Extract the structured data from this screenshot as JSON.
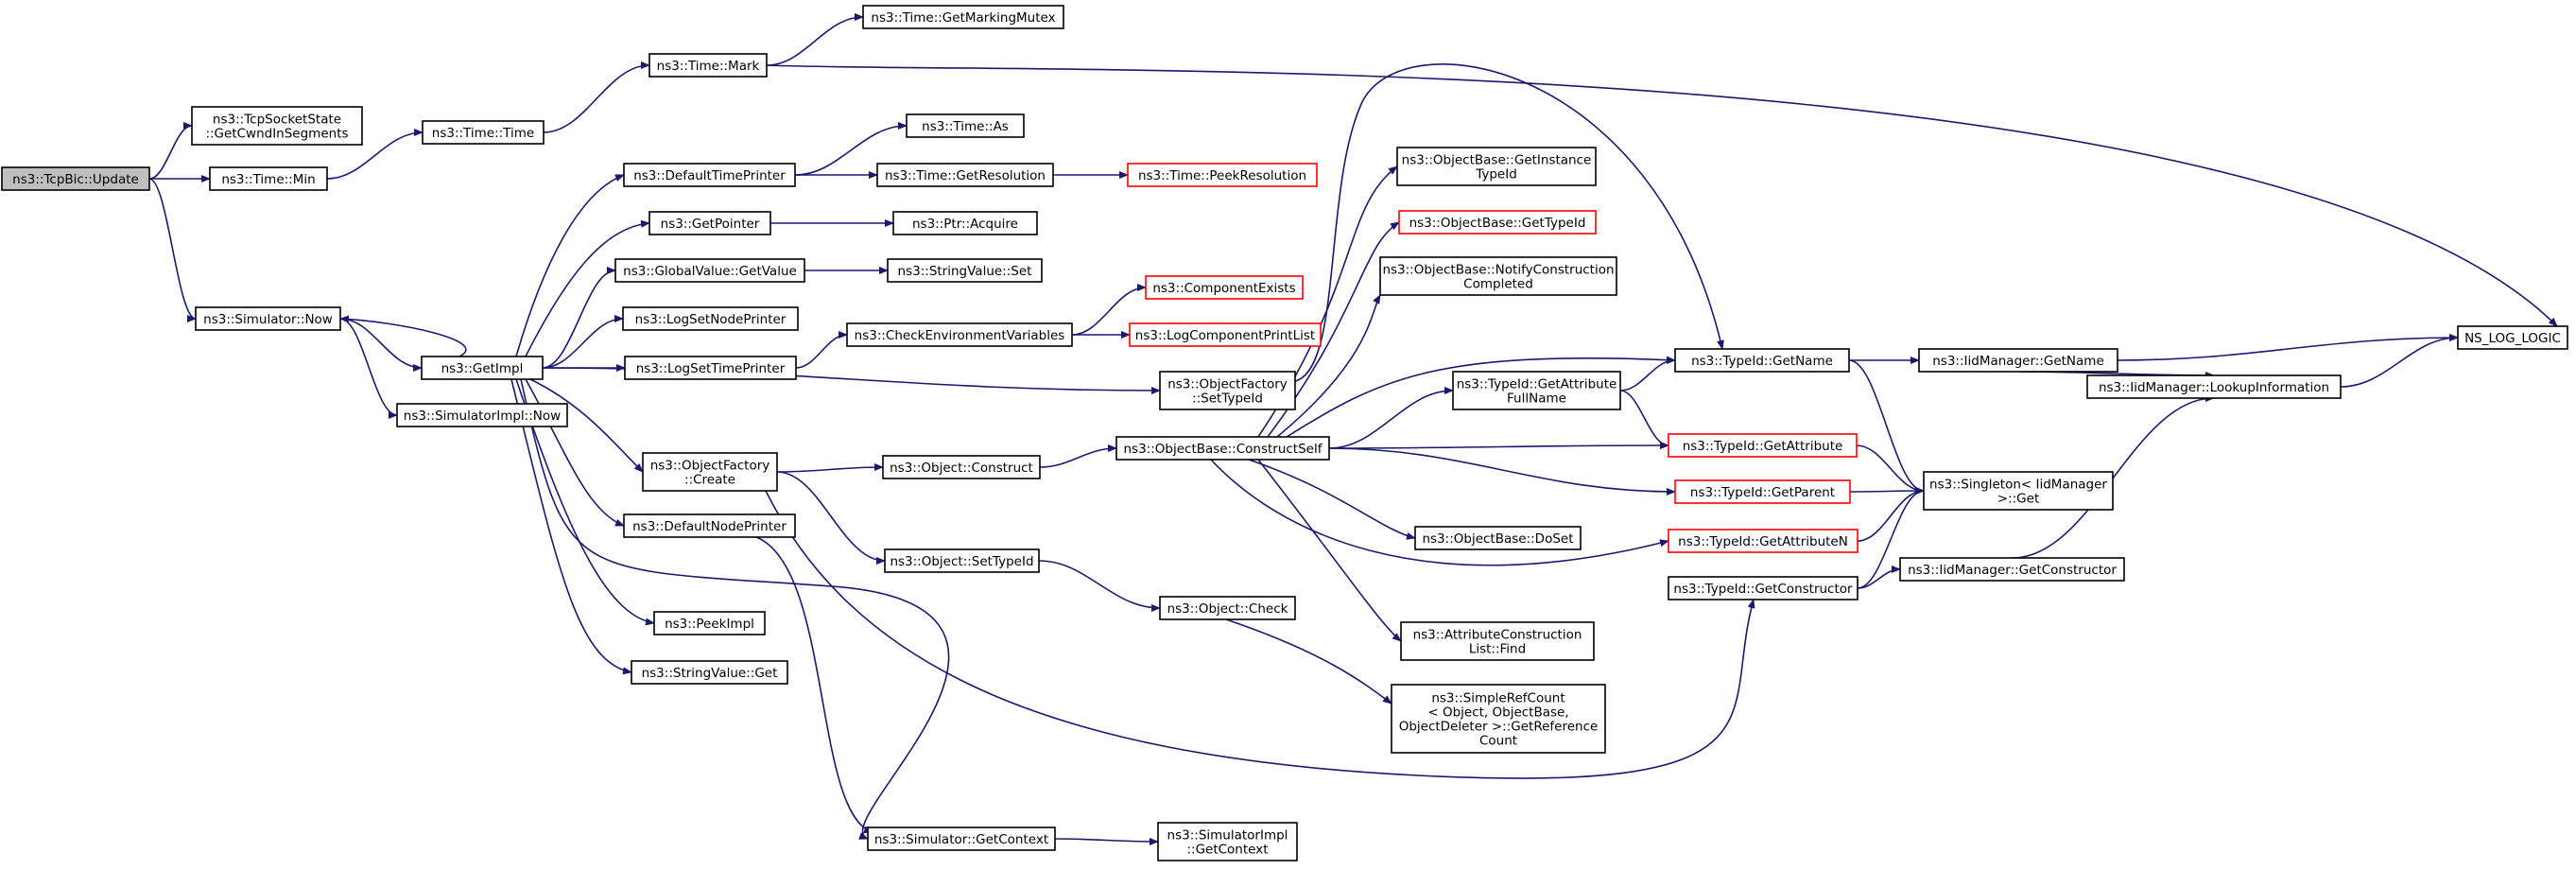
{
  "colors": {
    "edge": "#191970",
    "border": "#000000",
    "border_missing": "#ff0000",
    "root_fill": "#bfbfbf"
  },
  "nodes": [
    {
      "id": "tcpbic_update",
      "lines": [
        "ns3::TcpBic::Update"
      ],
      "root": true
    },
    {
      "id": "tcpsocketstate_getcwnd",
      "lines": [
        "ns3::TcpSocketState",
        "::GetCwndInSegments"
      ]
    },
    {
      "id": "time_min",
      "lines": [
        "ns3::Time::Min"
      ]
    },
    {
      "id": "simulator_now",
      "lines": [
        "ns3::Simulator::Now"
      ]
    },
    {
      "id": "time_time",
      "lines": [
        "ns3::Time::Time"
      ]
    },
    {
      "id": "time_mark",
      "lines": [
        "ns3::Time::Mark"
      ]
    },
    {
      "id": "time_getmarkingmutex",
      "lines": [
        "ns3::Time::GetMarkingMutex"
      ]
    },
    {
      "id": "getimpl",
      "lines": [
        "ns3::GetImpl"
      ]
    },
    {
      "id": "simulatorimpl_now",
      "lines": [
        "ns3::SimulatorImpl::Now"
      ]
    },
    {
      "id": "defaulttimeprinter",
      "lines": [
        "ns3::DefaultTimePrinter"
      ]
    },
    {
      "id": "getpointer",
      "lines": [
        "ns3::GetPointer"
      ]
    },
    {
      "id": "globalvalue_getvalue",
      "lines": [
        "ns3::GlobalValue::GetValue"
      ]
    },
    {
      "id": "logsetnodeprinter",
      "lines": [
        "ns3::LogSetNodePrinter"
      ]
    },
    {
      "id": "logsettimeprinter",
      "lines": [
        "ns3::LogSetTimePrinter"
      ]
    },
    {
      "id": "objectfactory_create",
      "lines": [
        "ns3::ObjectFactory",
        "::Create"
      ]
    },
    {
      "id": "defaultnodeprinter",
      "lines": [
        "ns3::DefaultNodePrinter"
      ]
    },
    {
      "id": "peekimpl",
      "lines": [
        "ns3::PeekImpl"
      ]
    },
    {
      "id": "stringvalue_get",
      "lines": [
        "ns3::StringValue::Get"
      ]
    },
    {
      "id": "time_as",
      "lines": [
        "ns3::Time::As"
      ]
    },
    {
      "id": "time_getresolution",
      "lines": [
        "ns3::Time::GetResolution"
      ]
    },
    {
      "id": "time_peekresolution",
      "lines": [
        "ns3::Time::PeekResolution"
      ],
      "missing": true
    },
    {
      "id": "ptr_acquire",
      "lines": [
        "ns3::Ptr::Acquire"
      ]
    },
    {
      "id": "stringvalue_set",
      "lines": [
        "ns3::StringValue::Set"
      ]
    },
    {
      "id": "checkenvvars",
      "lines": [
        "ns3::CheckEnvironmentVariables"
      ]
    },
    {
      "id": "componentexists",
      "lines": [
        "ns3::ComponentExists"
      ],
      "missing": true
    },
    {
      "id": "logcomponentprintlist",
      "lines": [
        "ns3::LogComponentPrintList"
      ],
      "missing": true
    },
    {
      "id": "objectfactory_settypeid",
      "lines": [
        "ns3::ObjectFactory",
        "::SetTypeId"
      ]
    },
    {
      "id": "object_construct",
      "lines": [
        "ns3::Object::Construct"
      ]
    },
    {
      "id": "object_settypeid",
      "lines": [
        "ns3::Object::SetTypeId"
      ]
    },
    {
      "id": "object_check",
      "lines": [
        "ns3::Object::Check"
      ]
    },
    {
      "id": "simulator_getcontext",
      "lines": [
        "ns3::Simulator::GetContext"
      ]
    },
    {
      "id": "simulatorimpl_getcontext",
      "lines": [
        "ns3::SimulatorImpl",
        "::GetContext"
      ]
    },
    {
      "id": "objectbase_constructself",
      "lines": [
        "ns3::ObjectBase::ConstructSelf"
      ]
    },
    {
      "id": "objectbase_getinstancetypeid",
      "lines": [
        "ns3::ObjectBase::GetInstance",
        "TypeId"
      ]
    },
    {
      "id": "objectbase_gettypeid",
      "lines": [
        "ns3::ObjectBase::GetTypeId"
      ],
      "missing": true
    },
    {
      "id": "objectbase_notifyconstruction",
      "lines": [
        "ns3::ObjectBase::NotifyConstruction",
        "Completed"
      ]
    },
    {
      "id": "typeid_getattributefullname",
      "lines": [
        "ns3::TypeId::GetAttribute",
        "FullName"
      ]
    },
    {
      "id": "objectbase_doset",
      "lines": [
        "ns3::ObjectBase::DoSet"
      ]
    },
    {
      "id": "attributeconstructionlist_find",
      "lines": [
        "ns3::AttributeConstruction",
        "List::Find"
      ]
    },
    {
      "id": "simplerefcount",
      "lines": [
        "ns3::SimpleRefCount",
        "< Object, ObjectBase,",
        "ObjectDeleter >::GetReference",
        "Count"
      ]
    },
    {
      "id": "typeid_getname",
      "lines": [
        "ns3::TypeId::GetName"
      ]
    },
    {
      "id": "typeid_getattribute",
      "lines": [
        "ns3::TypeId::GetAttribute"
      ],
      "missing": true
    },
    {
      "id": "typeid_getparent",
      "lines": [
        "ns3::TypeId::GetParent"
      ],
      "missing": true
    },
    {
      "id": "typeid_getattributen",
      "lines": [
        "ns3::TypeId::GetAttributeN"
      ],
      "missing": true
    },
    {
      "id": "typeid_getconstructor",
      "lines": [
        "ns3::TypeId::GetConstructor"
      ]
    },
    {
      "id": "iidmanager_getname",
      "lines": [
        "ns3::IidManager::GetName"
      ]
    },
    {
      "id": "singleton_get",
      "lines": [
        "ns3::Singleton< IidManager",
        ">::Get"
      ]
    },
    {
      "id": "iidmanager_getconstructor",
      "lines": [
        "ns3::IidManager::GetConstructor"
      ]
    },
    {
      "id": "iidmanager_lookupinformation",
      "lines": [
        "ns3::IidManager::LookupInformation"
      ]
    },
    {
      "id": "ns_log_logic",
      "lines": [
        "NS_LOG_LOGIC"
      ]
    }
  ],
  "edges": [
    [
      "tcpbic_update",
      "tcpsocketstate_getcwnd"
    ],
    [
      "tcpbic_update",
      "time_min"
    ],
    [
      "tcpbic_update",
      "simulator_now"
    ],
    [
      "time_min",
      "time_time"
    ],
    [
      "time_time",
      "time_mark"
    ],
    [
      "time_mark",
      "time_getmarkingmutex"
    ],
    [
      "time_mark",
      "ns_log_logic"
    ],
    [
      "simulator_now",
      "getimpl"
    ],
    [
      "simulator_now",
      "simulatorimpl_now"
    ],
    [
      "getimpl",
      "simulator_now"
    ],
    [
      "getimpl",
      "defaulttimeprinter"
    ],
    [
      "getimpl",
      "getpointer"
    ],
    [
      "getimpl",
      "globalvalue_getvalue"
    ],
    [
      "getimpl",
      "logsetnodeprinter"
    ],
    [
      "getimpl",
      "logsettimeprinter"
    ],
    [
      "getimpl",
      "objectfactory_settypeid"
    ],
    [
      "getimpl",
      "objectfactory_create"
    ],
    [
      "getimpl",
      "defaultnodeprinter"
    ],
    [
      "getimpl",
      "peekimpl"
    ],
    [
      "getimpl",
      "stringvalue_get"
    ],
    [
      "getimpl",
      "simulator_getcontext"
    ],
    [
      "defaulttimeprinter",
      "time_as"
    ],
    [
      "defaulttimeprinter",
      "time_getresolution"
    ],
    [
      "time_getresolution",
      "time_peekresolution"
    ],
    [
      "getpointer",
      "ptr_acquire"
    ],
    [
      "globalvalue_getvalue",
      "stringvalue_set"
    ],
    [
      "logsettimeprinter",
      "checkenvvars"
    ],
    [
      "checkenvvars",
      "componentexists"
    ],
    [
      "checkenvvars",
      "logcomponentprintlist"
    ],
    [
      "objectfactory_settypeid",
      "typeid_getname"
    ],
    [
      "objectfactory_create",
      "object_construct"
    ],
    [
      "objectfactory_create",
      "object_settypeid"
    ],
    [
      "objectfactory_create",
      "typeid_getconstructor"
    ],
    [
      "defaultnodeprinter",
      "simulator_getcontext"
    ],
    [
      "simulator_getcontext",
      "simulatorimpl_getcontext"
    ],
    [
      "object_construct",
      "objectbase_constructself"
    ],
    [
      "object_settypeid",
      "object_check"
    ],
    [
      "object_check",
      "simplerefcount"
    ],
    [
      "objectbase_constructself",
      "objectbase_getinstancetypeid"
    ],
    [
      "objectbase_constructself",
      "objectbase_gettypeid"
    ],
    [
      "objectbase_constructself",
      "objectbase_notifyconstruction"
    ],
    [
      "objectbase_constructself",
      "typeid_getname"
    ],
    [
      "objectbase_constructself",
      "typeid_getattributefullname"
    ],
    [
      "objectbase_constructself",
      "typeid_getattribute"
    ],
    [
      "objectbase_constructself",
      "typeid_getparent"
    ],
    [
      "objectbase_constructself",
      "objectbase_doset"
    ],
    [
      "objectbase_constructself",
      "typeid_getattributen"
    ],
    [
      "objectbase_constructself",
      "attributeconstructionlist_find"
    ],
    [
      "typeid_getattributefullname",
      "typeid_getname"
    ],
    [
      "typeid_getattributefullname",
      "typeid_getattribute"
    ],
    [
      "typeid_getname",
      "iidmanager_getname"
    ],
    [
      "typeid_getname",
      "singleton_get"
    ],
    [
      "typeid_getattribute",
      "singleton_get"
    ],
    [
      "typeid_getparent",
      "singleton_get"
    ],
    [
      "typeid_getattributen",
      "singleton_get"
    ],
    [
      "typeid_getconstructor",
      "singleton_get"
    ],
    [
      "typeid_getconstructor",
      "iidmanager_getconstructor"
    ],
    [
      "iidmanager_getname",
      "iidmanager_lookupinformation"
    ],
    [
      "iidmanager_getname",
      "ns_log_logic"
    ],
    [
      "iidmanager_getconstructor",
      "iidmanager_lookupinformation"
    ],
    [
      "iidmanager_lookupinformation",
      "ns_log_logic"
    ]
  ]
}
